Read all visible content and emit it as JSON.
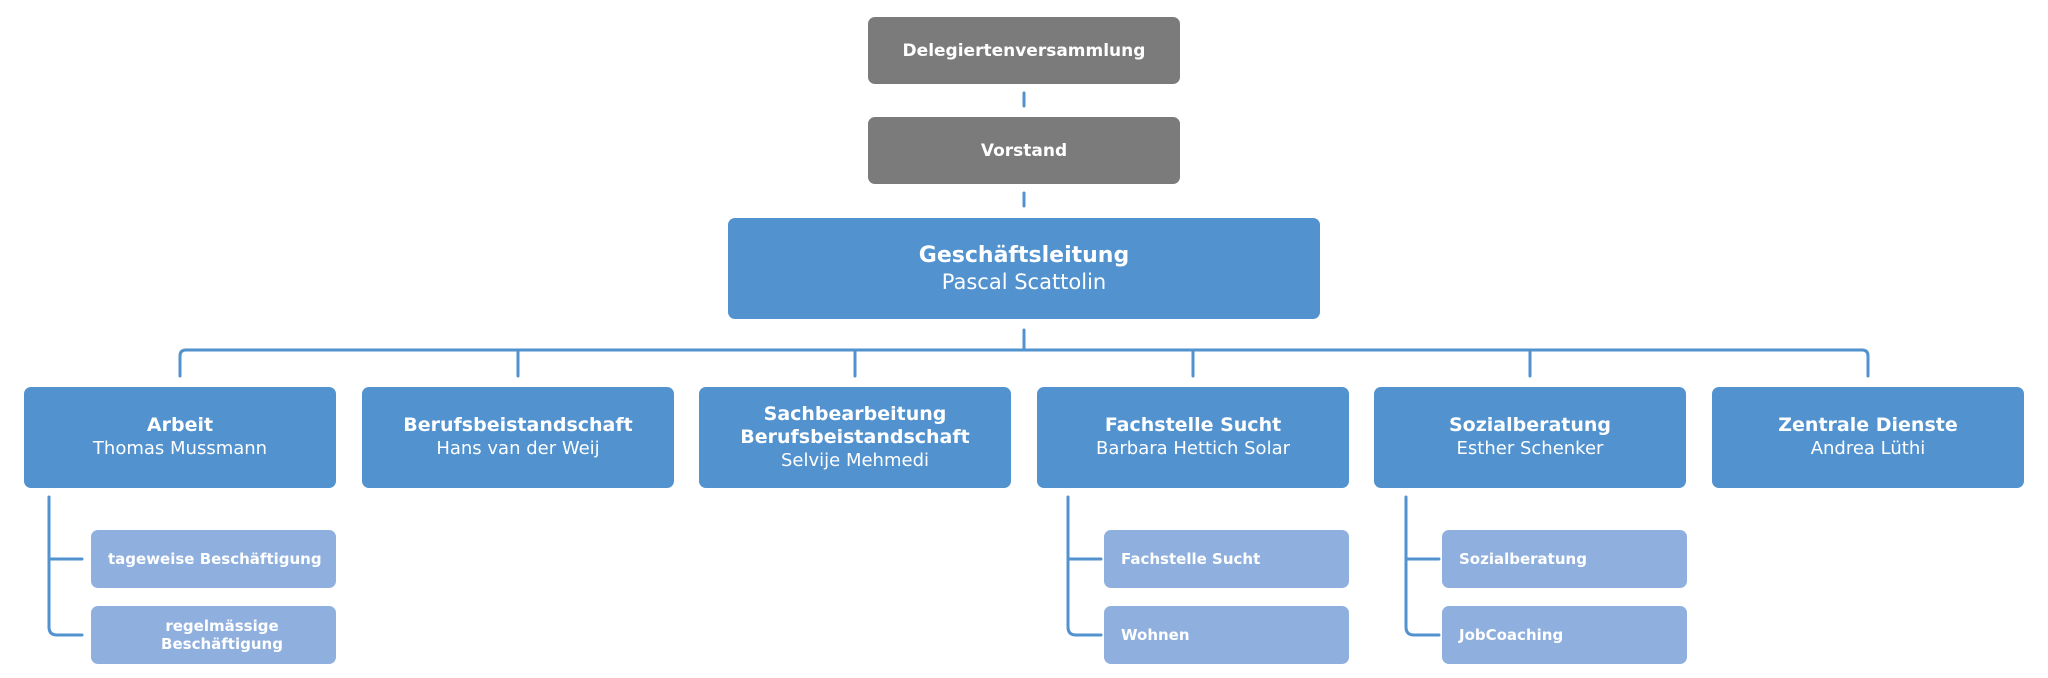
{
  "top": {
    "assembly": "Delegiertenversammlung",
    "board": "Vorstand"
  },
  "management": {
    "title": "Geschäftsleitung",
    "person": "Pascal Scattolin"
  },
  "departments": [
    {
      "title": "Arbeit",
      "person": "Thomas Mussmann",
      "subunits": [
        "tageweise Beschäftigung",
        "regelmässige Beschäftigung"
      ]
    },
    {
      "title": "Berufsbeistandschaft",
      "person": "Hans van der Weij",
      "subunits": []
    },
    {
      "title_line1": "Sachbearbeitung",
      "title_line2": "Berufsbeistandschaft",
      "person": "Selvije Mehmedi",
      "subunits": []
    },
    {
      "title": "Fachstelle Sucht",
      "person": "Barbara Hettich Solar",
      "subunits": [
        "Fachstelle Sucht",
        "Wohnen"
      ]
    },
    {
      "title": "Sozialberatung",
      "person": "Esther Schenker",
      "subunits": [
        "Sozialberatung",
        "JobCoaching"
      ]
    },
    {
      "title": "Zentrale Dienste",
      "person": "Andrea Lüthi",
      "subunits": []
    }
  ],
  "colors": {
    "top_box": "#7b7b7b",
    "lead_box": "#5192cf",
    "sub_box": "#8fb0de",
    "connector": "#5192cf"
  }
}
